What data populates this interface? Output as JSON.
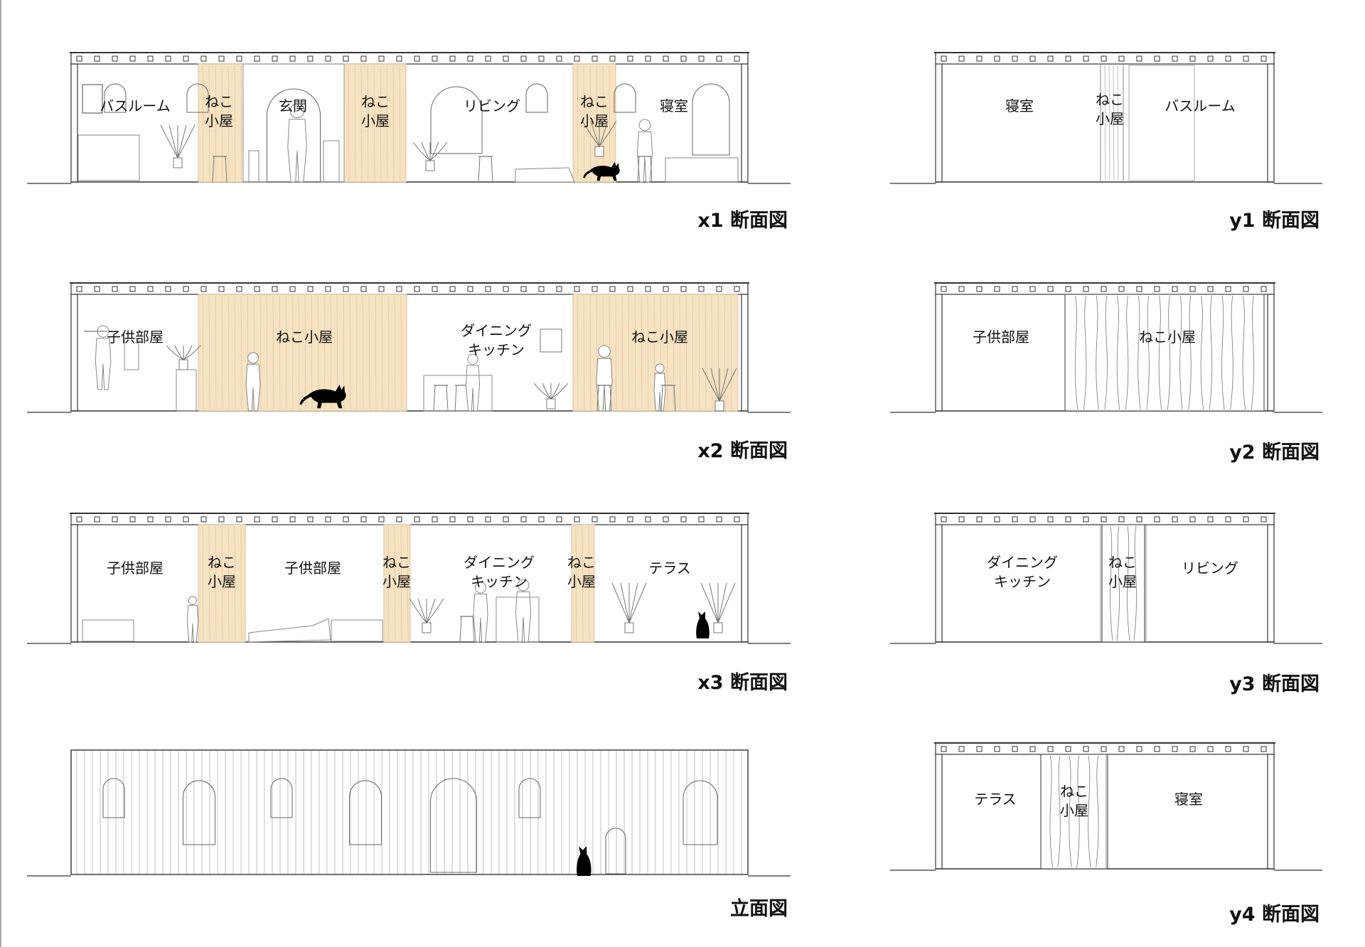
{
  "colors": {
    "wood": "#f7e2c1",
    "wood_line": "#d8c2a0",
    "line": "#333333",
    "ground": "#555555",
    "cat": "#000000"
  },
  "sections": [
    {
      "id": "x1",
      "title": "x1 断面図",
      "labels": [
        "バスルーム",
        "ねこ\n小屋",
        "玄関",
        "ねこ\n小屋",
        "リビング",
        "ねこ\n小屋",
        "寝室"
      ]
    },
    {
      "id": "x2",
      "title": "x2 断面図",
      "labels": [
        "子供部屋",
        "ねこ小屋",
        "ダイニング\nキッチン",
        "ねこ小屋"
      ]
    },
    {
      "id": "x3",
      "title": "x3 断面図",
      "labels": [
        "子供部屋",
        "ねこ\n小屋",
        "子供部屋",
        "ねこ\n小屋",
        "ダイニング\nキッチン",
        "ねこ\n小屋",
        "テラス"
      ]
    },
    {
      "id": "elev",
      "title": "立面図",
      "labels": []
    },
    {
      "id": "y1",
      "title": "y1 断面図",
      "labels": [
        "寝室",
        "ねこ\n小屋",
        "バスルーム"
      ]
    },
    {
      "id": "y2",
      "title": "y2 断面図",
      "labels": [
        "子供部屋",
        "ねこ小屋"
      ]
    },
    {
      "id": "y3",
      "title": "y3 断面図",
      "labels": [
        "ダイニング\nキッチン",
        "ねこ\n小屋",
        "リビング"
      ]
    },
    {
      "id": "y4",
      "title": "y4 断面図",
      "labels": [
        "テラス",
        "ねこ\n小屋",
        "寝室"
      ]
    }
  ]
}
